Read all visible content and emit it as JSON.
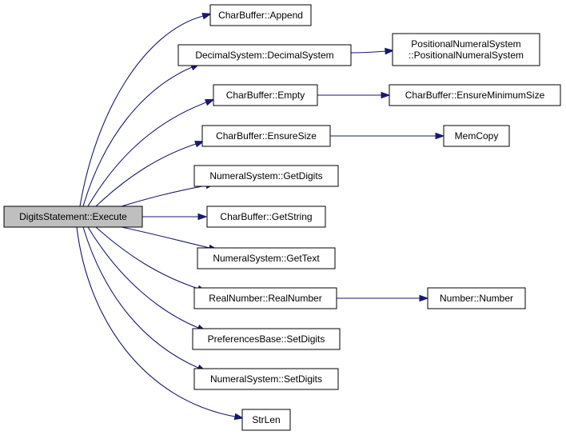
{
  "diagram": {
    "type": "call-graph",
    "root": "DigitsStatement::Execute",
    "nodes": [
      {
        "id": "root",
        "label": [
          "DigitsStatement::Execute"
        ],
        "root": true
      },
      {
        "id": "append",
        "label": [
          "CharBuffer::Append"
        ]
      },
      {
        "id": "decimal",
        "label": [
          "DecimalSystem::DecimalSystem"
        ]
      },
      {
        "id": "positional",
        "label": [
          "PositionalNumeralSystem",
          "::PositionalNumeralSystem"
        ]
      },
      {
        "id": "empty",
        "label": [
          "CharBuffer::Empty"
        ]
      },
      {
        "id": "ensuremin",
        "label": [
          "CharBuffer::EnsureMinimumSize"
        ]
      },
      {
        "id": "ensuresize",
        "label": [
          "CharBuffer::EnsureSize"
        ]
      },
      {
        "id": "memcopy",
        "label": [
          "MemCopy"
        ]
      },
      {
        "id": "getdigits",
        "label": [
          "NumeralSystem::GetDigits"
        ]
      },
      {
        "id": "getstring",
        "label": [
          "CharBuffer::GetString"
        ]
      },
      {
        "id": "gettext",
        "label": [
          "NumeralSystem::GetText"
        ]
      },
      {
        "id": "realnumber",
        "label": [
          "RealNumber::RealNumber"
        ]
      },
      {
        "id": "number",
        "label": [
          "Number::Number"
        ]
      },
      {
        "id": "prefsetdigits",
        "label": [
          "PreferencesBase::SetDigits"
        ]
      },
      {
        "id": "numsetdigits",
        "label": [
          "NumeralSystem::SetDigits"
        ]
      },
      {
        "id": "strlen",
        "label": [
          "StrLen"
        ]
      }
    ],
    "edges": [
      {
        "from": "root",
        "to": "append"
      },
      {
        "from": "root",
        "to": "decimal"
      },
      {
        "from": "root",
        "to": "empty"
      },
      {
        "from": "root",
        "to": "ensuresize"
      },
      {
        "from": "root",
        "to": "getdigits"
      },
      {
        "from": "root",
        "to": "getstring"
      },
      {
        "from": "root",
        "to": "gettext"
      },
      {
        "from": "root",
        "to": "realnumber"
      },
      {
        "from": "root",
        "to": "prefsetdigits"
      },
      {
        "from": "root",
        "to": "numsetdigits"
      },
      {
        "from": "root",
        "to": "strlen"
      },
      {
        "from": "decimal",
        "to": "positional"
      },
      {
        "from": "empty",
        "to": "ensuremin"
      },
      {
        "from": "ensuresize",
        "to": "memcopy"
      },
      {
        "from": "realnumber",
        "to": "number"
      }
    ],
    "colors": {
      "edge": "#191970",
      "root_fill": "#bfbfbf",
      "node_fill": "#ffffff",
      "border": "#000000"
    }
  }
}
